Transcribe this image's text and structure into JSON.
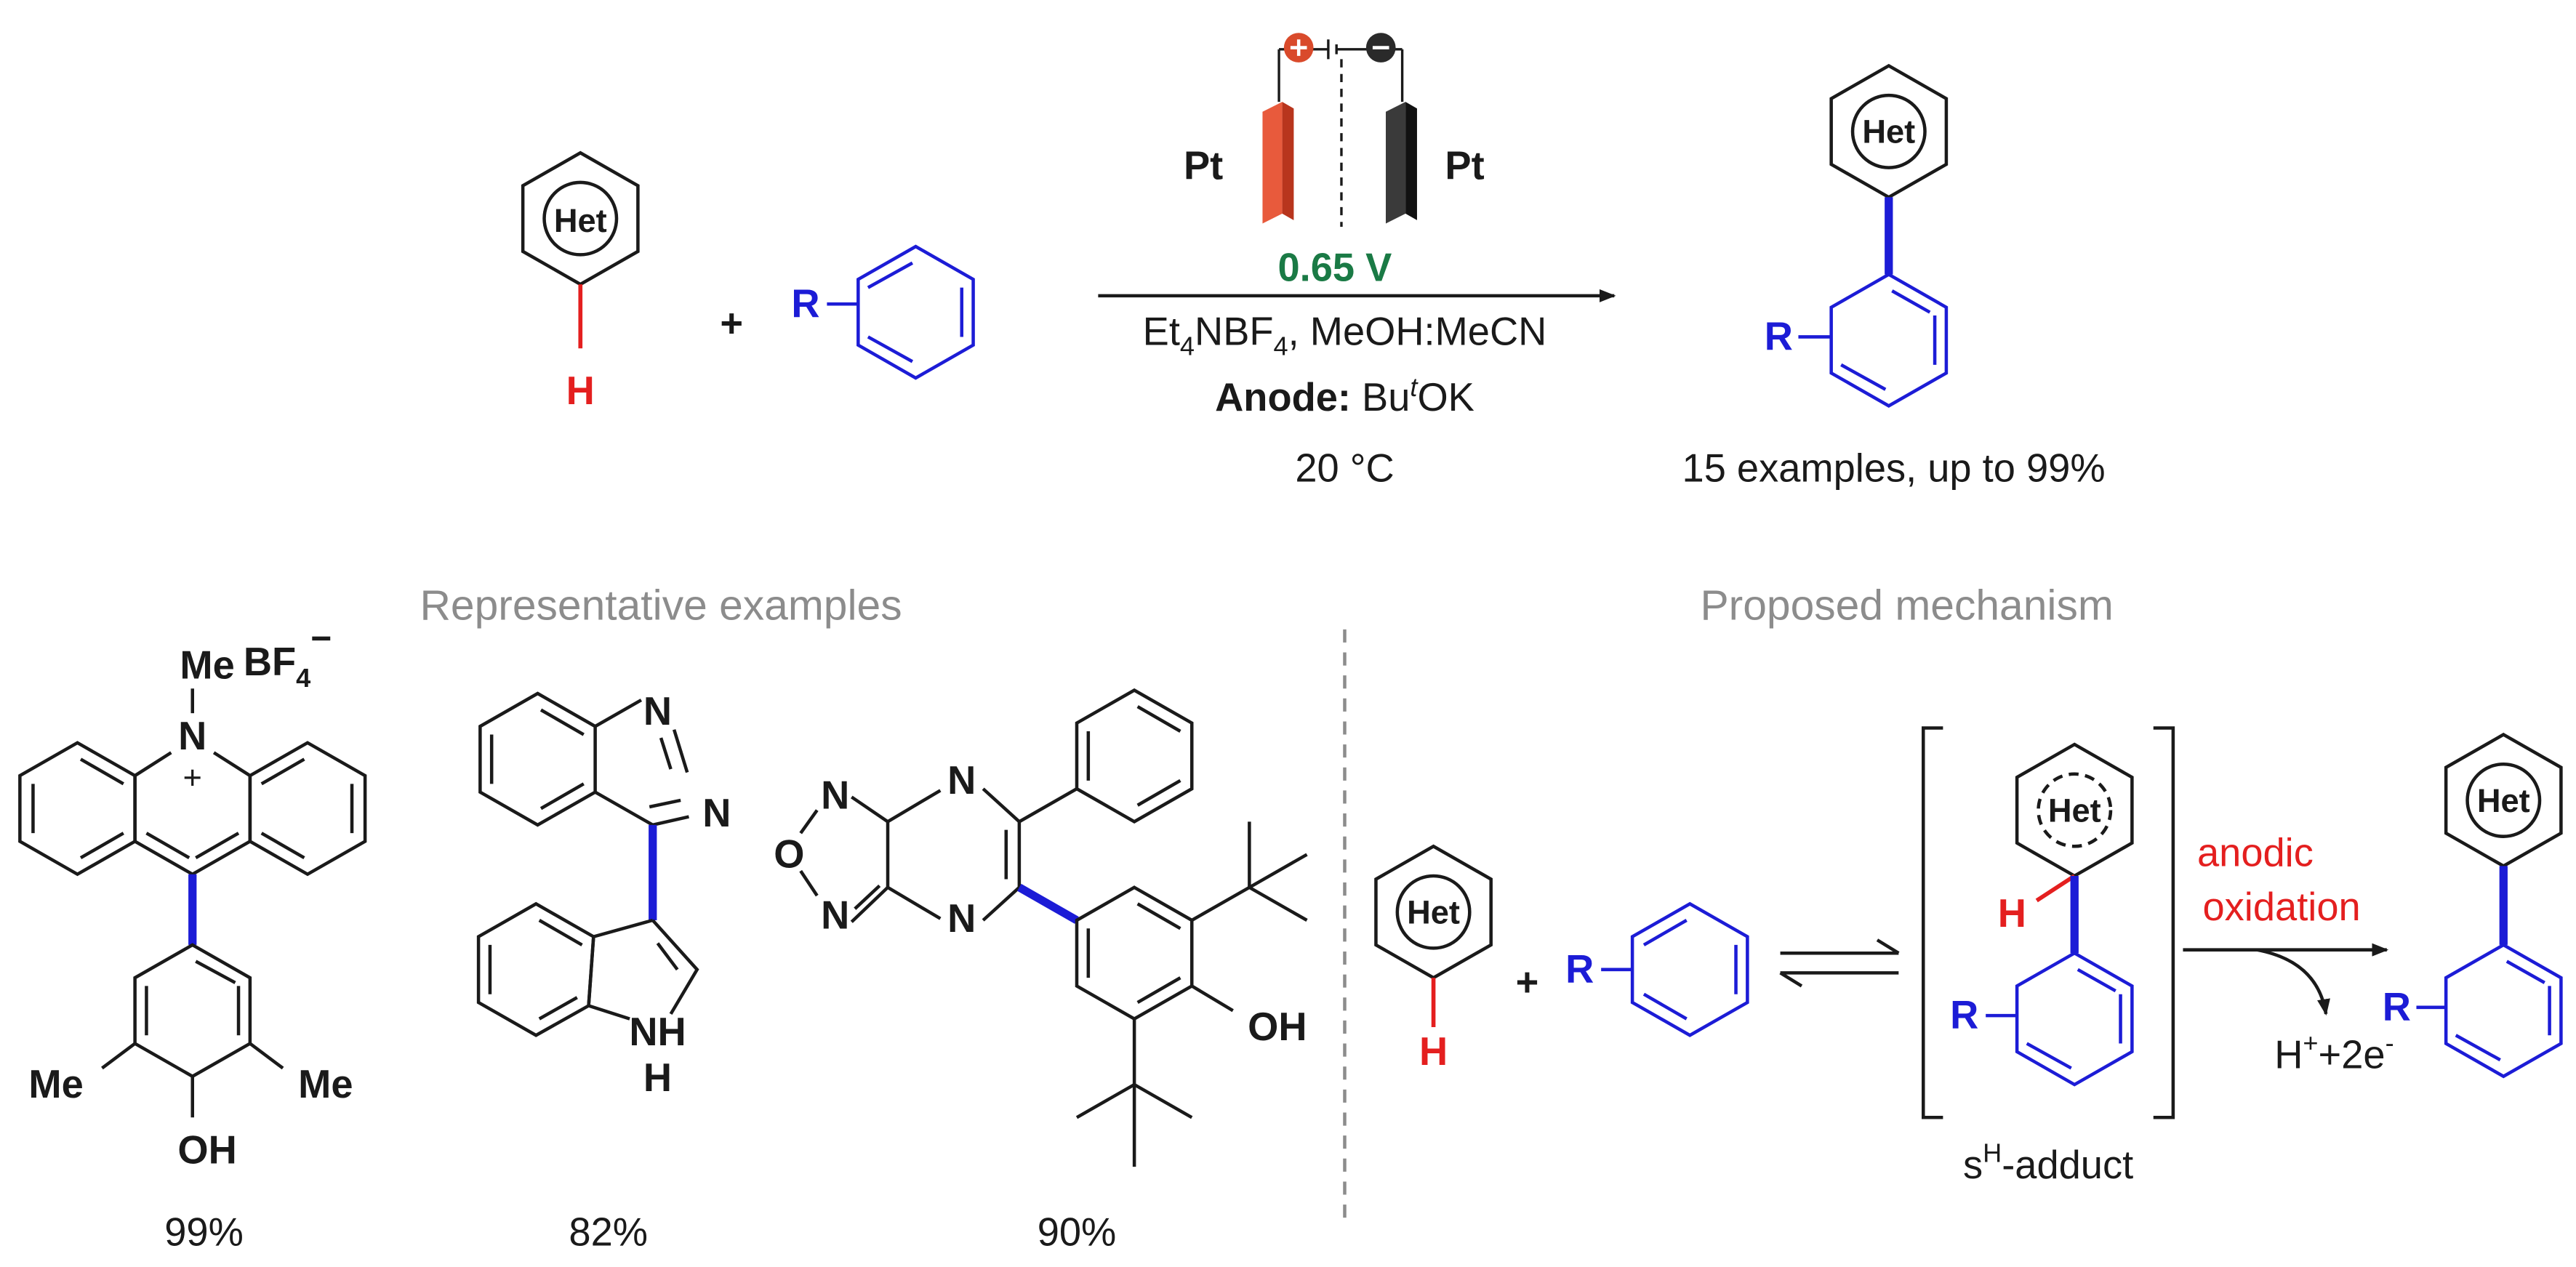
{
  "colors": {
    "black": "#1a1a1a",
    "red": "#e41f1f",
    "blue": "#1c1cd6",
    "green": "#1a7a45",
    "gray": "#8c8c8c",
    "anode": "#d94a2b",
    "cathode": "#2a2a2a"
  },
  "labels": {
    "het": "Het",
    "h": "H",
    "plus": "+",
    "r": "R",
    "pt": "Pt",
    "me": "Me",
    "oh": "OH",
    "n": "N",
    "o": "O",
    "nh": "NH",
    "plus_charge": "+"
  },
  "conditions": {
    "voltage": "0.65 V",
    "electrolyte_base": "Et",
    "electrolyte_sub": "4",
    "electrolyte_rest": "NBF",
    "electrolyte_sub2": "4",
    "electrolyte_tail": ", MeOH:MeCN",
    "anode_label": "Anode:",
    "base_a": " Bu",
    "base_sup": "t",
    "base_b": "OK",
    "temperature": "20 °C"
  },
  "summary": "15 examples, up to 99%",
  "sections": {
    "examples_title": "Representative examples",
    "mechanism_title": "Proposed mechanism"
  },
  "examples": {
    "counterion": "BF",
    "counterion_sub": "4",
    "counterion_charge": "−",
    "yields": [
      "99%",
      "82%",
      "90%"
    ]
  },
  "mechanism": {
    "step_label_1": "anodic",
    "step_label_2": "oxidation",
    "byproduct_a": "H",
    "byproduct_sup": "+",
    "byproduct_b": "+2e",
    "byproduct_sup2": "-",
    "adduct_a": "s",
    "adduct_sup": "H",
    "adduct_b": "-adduct"
  }
}
